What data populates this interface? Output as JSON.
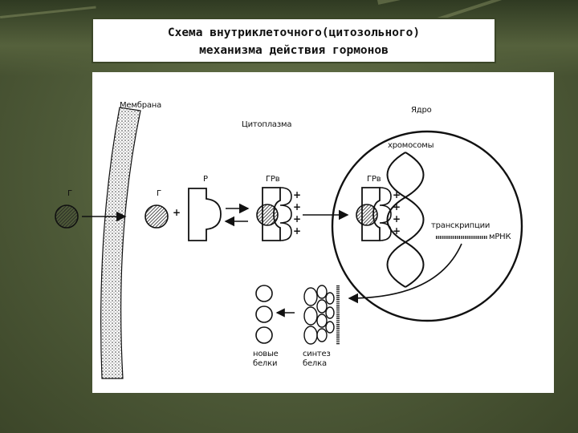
{
  "slide": {
    "title_line1": "Схема внутриклеточного(цитозольного)",
    "title_line2": "механизма действия гормонов"
  },
  "diagram": {
    "membrane_label": "Мембрана",
    "cytoplasm_label": "Цитоплазма",
    "nucleus_label": "Ядро",
    "chromosomes_label": "хромосомы",
    "hormone_outside_label": "Г",
    "hormone_inside_label": "Г",
    "plus_sign": "+",
    "receptor_label": "Р",
    "complex_label": "ГРв",
    "complex_nucleus_label": "ГРв",
    "transcription_label": "транскрипции",
    "mrna_label": "мРНК",
    "new_proteins_label_1": "новые",
    "new_proteins_label_2": "белки",
    "protein_synthesis_label_1": "синтез",
    "protein_synthesis_label_2": "белка",
    "receptor_plus_signs": [
      "+",
      "+",
      "+",
      "+"
    ],
    "nuclear_plus_signs": [
      "+",
      "+",
      "+",
      "+"
    ]
  }
}
